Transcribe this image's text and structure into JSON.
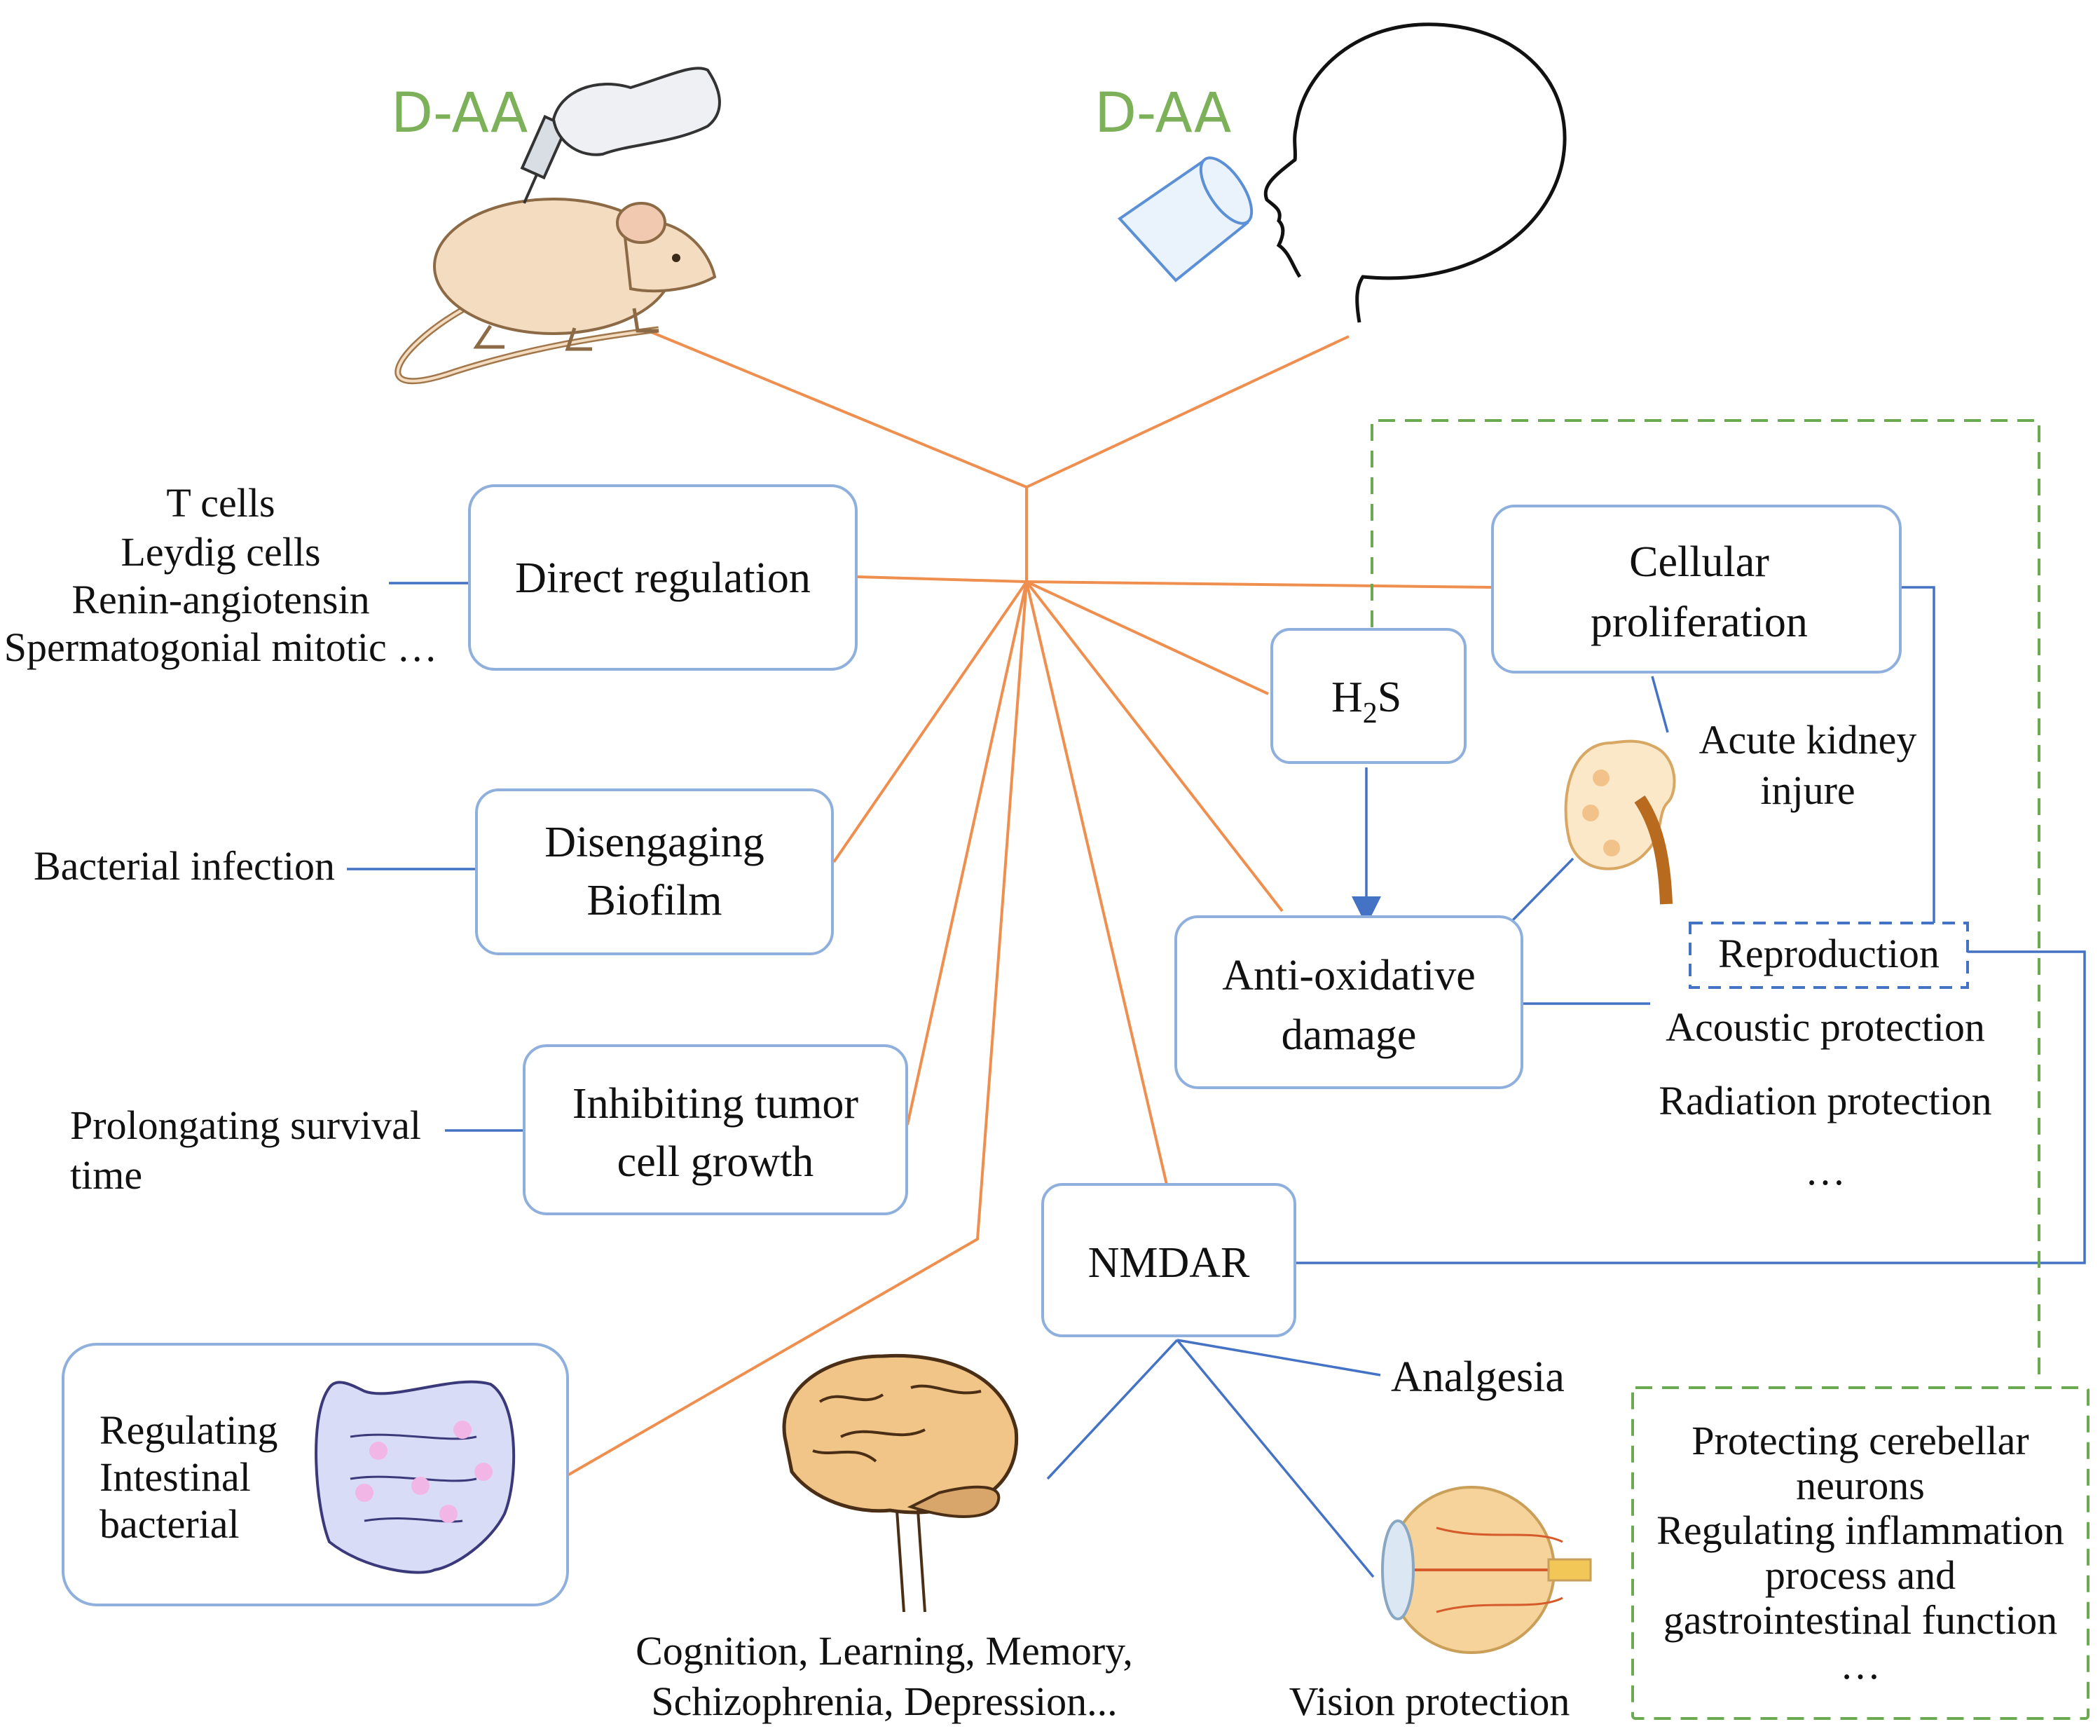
{
  "colors": {
    "orange_line": "#ef8f4f",
    "blue_line": "#4472c4",
    "box_border": "#8fb0dc",
    "green_dash": "#6aaa50",
    "daa_text": "#7cb15a"
  },
  "top": {
    "mouse_label": "D-AA",
    "human_label": "D-AA"
  },
  "left_labels": {
    "direct": [
      "T cells",
      "Leydig cells",
      "Renin-angiotensin",
      "Spermatogonial mitotic …"
    ],
    "biofilm": "Bacterial infection",
    "tumor": [
      "Prolongating survival",
      "time"
    ]
  },
  "boxes": {
    "direct": "Direct regulation",
    "biofilm": [
      "Disengaging",
      "Biofilm"
    ],
    "tumor": [
      "Inhibiting tumor",
      "cell growth"
    ],
    "intestinal": [
      "Regulating",
      "Intestinal",
      "bacterial"
    ],
    "h2s_main": "H",
    "h2s_sub": "2",
    "h2s_tail": "S",
    "cellular": [
      "Cellular",
      "proliferation"
    ],
    "antiox": [
      "Anti-oxidative",
      "damage"
    ],
    "nmdar": "NMDAR",
    "reproduction": "Reproduction"
  },
  "right_labels": {
    "kidney": [
      "Acute kidney",
      "injure"
    ],
    "acoustic": "Acoustic protection",
    "radiation": "Radiation protection",
    "ellipsis": "…"
  },
  "bottom_labels": {
    "analgesia": "Analgesia",
    "brain": [
      "Cognition, Learning, Memory,",
      "Schizophrenia, Depression..."
    ],
    "vision": "Vision protection"
  },
  "green_box": [
    "Protecting cerebellar",
    "neurons",
    "Regulating inflammation",
    "process and",
    "gastrointestinal function",
    "…"
  ]
}
